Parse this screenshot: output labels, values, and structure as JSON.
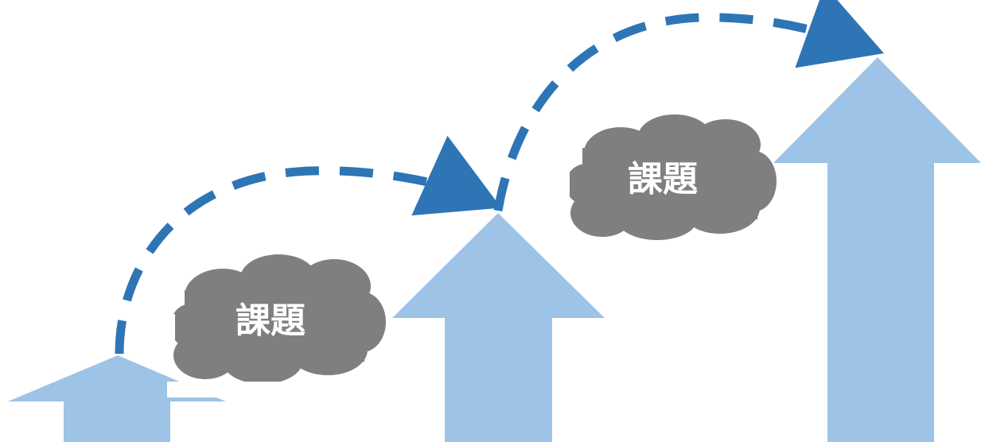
{
  "colors": {
    "arrow_fill": "#9dc3e6",
    "cloud_fill": "#7f7f7f",
    "path_stroke": "#2e75b6",
    "label_text": "#ffffff"
  },
  "steps": [
    {
      "name": "step-1"
    },
    {
      "name": "step-2"
    },
    {
      "name": "step-3"
    }
  ],
  "obstacles": [
    {
      "label": "課題"
    },
    {
      "label": "課題"
    }
  ],
  "icons": [
    "up-arrow-icon",
    "cloud-icon",
    "dashed-curved-arrow-icon"
  ]
}
